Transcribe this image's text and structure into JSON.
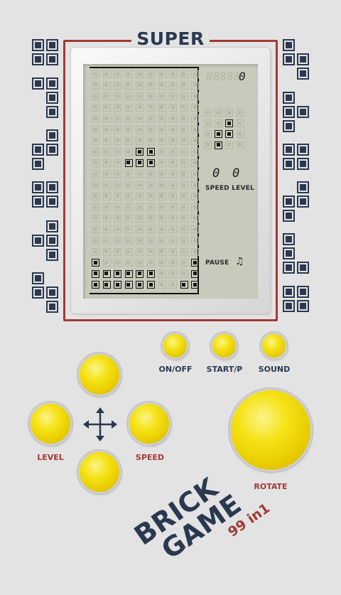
{
  "title": "SUPER",
  "score": {
    "ghost": "88888",
    "value": "0"
  },
  "speed": "0",
  "level": "0",
  "labels": {
    "speed_level": "SPEED LEVEL",
    "pause": "PAUSE",
    "music_icon": "♫"
  },
  "buttons": {
    "on_off": "ON/OFF",
    "start_pause": "START/P",
    "sound": "SOUND",
    "level": "LEVEL",
    "speed": "SPEED",
    "rotate": "ROTATE"
  },
  "brand": {
    "line1": "BRICK",
    "line2": "GAME",
    "sub": "99 in1"
  },
  "board": {
    "cols": 10,
    "rows": 20,
    "filled": [
      [
        7,
        4
      ],
      [
        7,
        5
      ],
      [
        8,
        3
      ],
      [
        8,
        4
      ],
      [
        8,
        5
      ],
      [
        17,
        0
      ],
      [
        17,
        9
      ],
      [
        18,
        0
      ],
      [
        18,
        1
      ],
      [
        18,
        2
      ],
      [
        18,
        3
      ],
      [
        18,
        4
      ],
      [
        18,
        5
      ],
      [
        18,
        9
      ],
      [
        19,
        0
      ],
      [
        19,
        1
      ],
      [
        19,
        2
      ],
      [
        19,
        3
      ],
      [
        19,
        4
      ],
      [
        19,
        5
      ],
      [
        19,
        8
      ],
      [
        19,
        9
      ]
    ]
  },
  "next_piece": {
    "cols": 4,
    "rows": 4,
    "filled": [
      [
        1,
        2
      ],
      [
        2,
        1
      ],
      [
        2,
        2
      ],
      [
        3,
        1
      ]
    ]
  },
  "colors": {
    "navy": "#2a3950",
    "red": "#a13a34",
    "yellow": "#f5e214"
  }
}
